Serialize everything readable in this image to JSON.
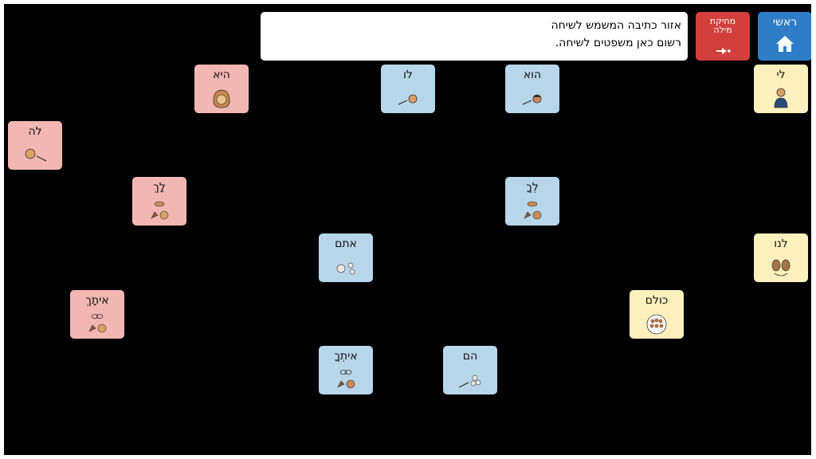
{
  "message_area": {
    "line1": "אזור כתיבה המשמש לשיחה",
    "line2": "רשום כאן משפטים לשיחה."
  },
  "toolbar": {
    "home_label": "ראשי",
    "delete_label_line1": "מחיקת",
    "delete_label_line2": "מילה"
  },
  "tiles": {
    "li": "לי",
    "hu": "הוא",
    "lo": "לו",
    "hi": "היא",
    "la": "לה",
    "lakh_fem": "לָךְ",
    "lekha_masc": "לְךָ",
    "atem": "אתם",
    "lanu": "לנו",
    "itakh": "איתָךְ",
    "kulam": "כולם",
    "itkha": "איתְךָ",
    "hem": "הם"
  },
  "colors": {
    "blue_tile": "#b8d6ea",
    "pink_tile": "#f2b7b2",
    "yellow_tile": "#fdf0bd",
    "home_button": "#2f7dc7",
    "delete_button": "#d1403c"
  }
}
